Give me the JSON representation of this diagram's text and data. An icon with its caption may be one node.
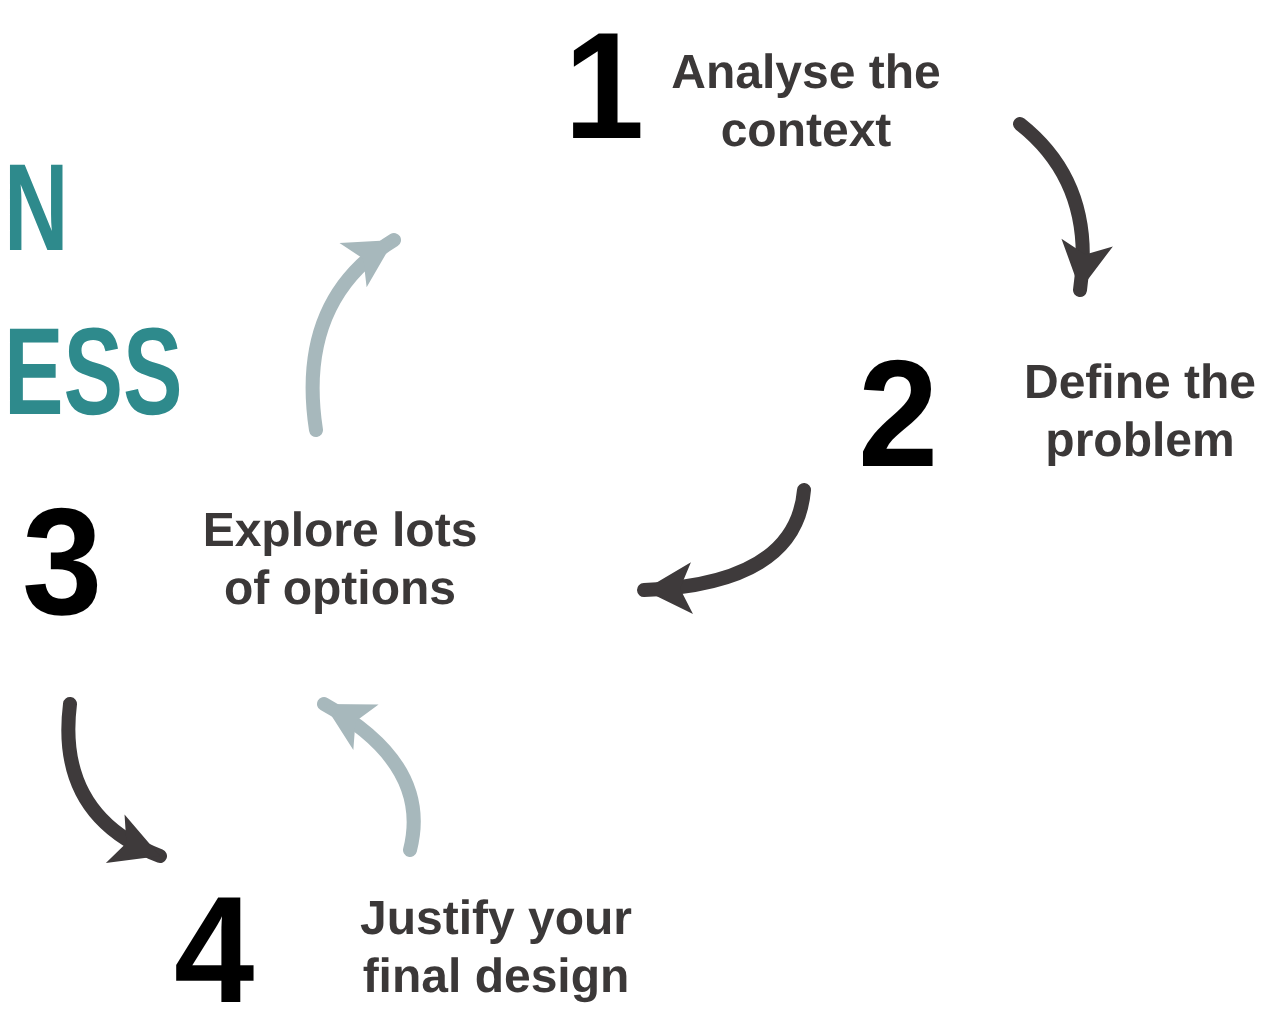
{
  "diagram": {
    "nodes": [
      {
        "text": [
          "1",
          "Analyse the context"
        ]
      },
      {
        "text": [
          "2",
          "Define the problem"
        ]
      },
      {
        "text": [
          "3",
          "Explore lots of options"
        ]
      },
      {
        "text": [
          "4",
          "Justify your final design"
        ]
      }
    ],
    "edges": [
      {
        "from": 0,
        "to": 1,
        "arrow": "to"
      },
      {
        "from": 1,
        "to": 2,
        "arrow": "to"
      },
      {
        "from": 2,
        "to": 3,
        "arrow": "to"
      },
      {
        "from": 3,
        "to": 2,
        "arrow": "to",
        "color": "#a7b8bc"
      },
      {
        "from": 2,
        "to": 0,
        "arrow": "to",
        "color": "#a7b8bc"
      }
    ],
    "labels": [
      "N",
      "ESS"
    ]
  }
}
